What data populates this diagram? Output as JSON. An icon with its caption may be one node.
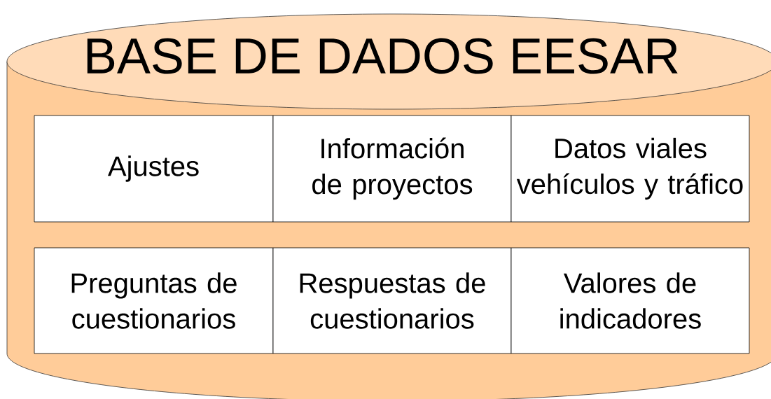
{
  "diagram": {
    "nodes": [
      {
        "text": [
          "BASE DE DADOS EESAR"
        ]
      },
      {
        "text": [
          "Ajustes"
        ],
        "in": 0
      },
      {
        "text": [
          "Información de proyectos"
        ],
        "in": 0
      },
      {
        "text": [
          "Datos viales vehículos y tráfico"
        ],
        "in": 0
      },
      {
        "text": [
          "Preguntas de cuestionarios"
        ],
        "in": 0
      },
      {
        "text": [
          "Respuestas de cuestionarios"
        ],
        "in": 0
      },
      {
        "text": [
          "Valores de indicadores"
        ],
        "in": 0
      }
    ]
  }
}
